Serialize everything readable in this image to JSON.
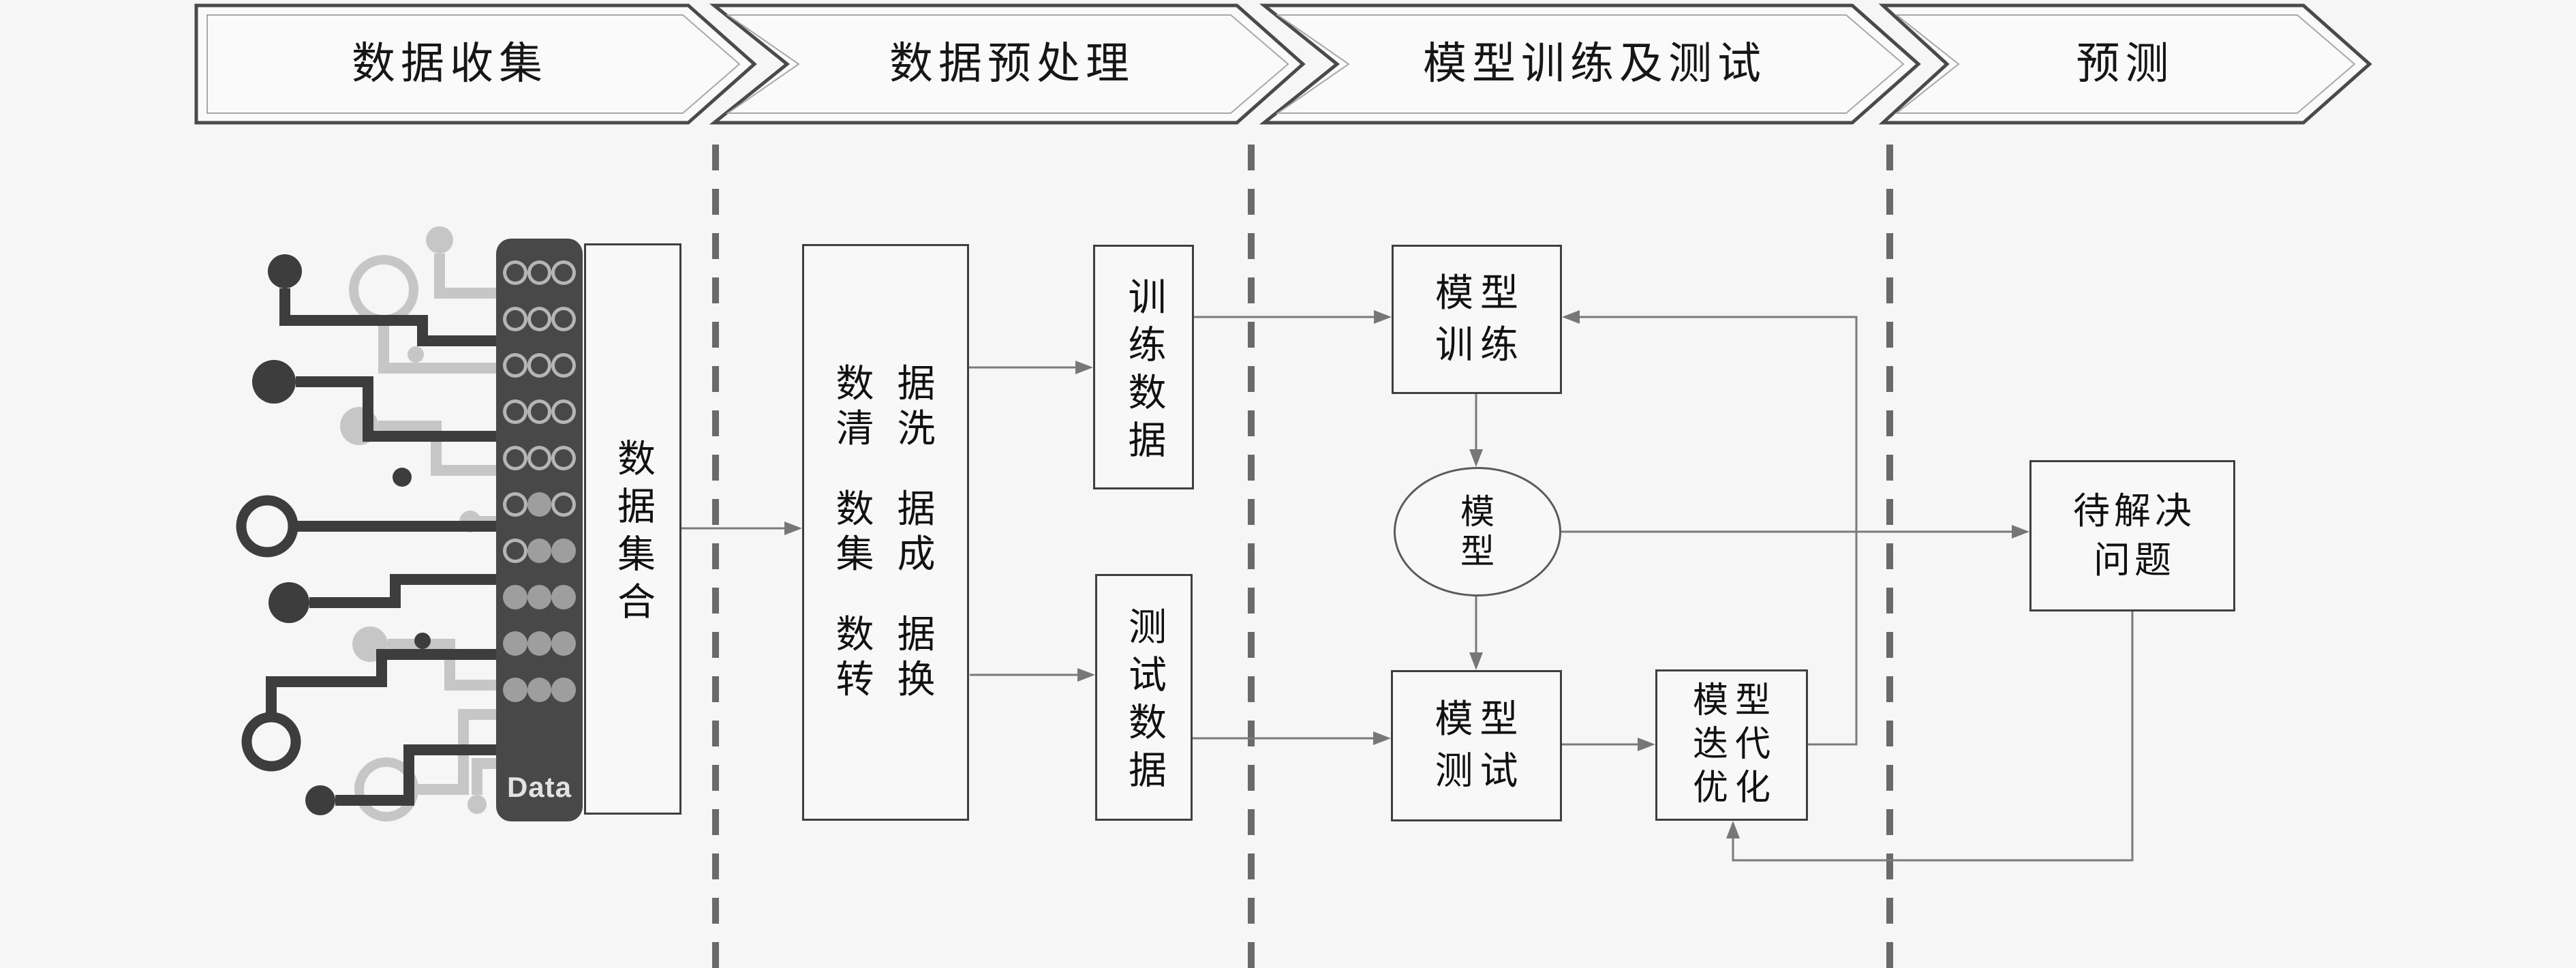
{
  "banners": [
    {
      "label": "数据收集"
    },
    {
      "label": "数据预处理"
    },
    {
      "label": "模型训练及测试"
    },
    {
      "label": "预测"
    }
  ],
  "collection": {
    "dataset_box": "数据集合",
    "panel_label": "Data",
    "panel_rows": [
      "ooo",
      "ooo",
      "ooo",
      "ooo",
      "ooo",
      "ofo",
      "off",
      "fff",
      "fff",
      "fff"
    ]
  },
  "preprocess": {
    "steps": [
      [
        "数据",
        "清洗"
      ],
      [
        "数据",
        "集成"
      ],
      [
        "数据",
        "转换"
      ]
    ],
    "train_box": "训练数据",
    "test_box": "测试数据"
  },
  "modeling": {
    "train": [
      "模型",
      "训练"
    ],
    "model": [
      "模",
      "型"
    ],
    "test": [
      "模型",
      "测试"
    ],
    "iterate": [
      "模型",
      "迭代",
      "优化"
    ]
  },
  "prediction": {
    "problem": [
      "待解决",
      "问题"
    ]
  },
  "colors": {
    "background": "#f6f6f6",
    "banner_border": "#4a4a4a",
    "box_border": "#3f3f3f",
    "connector": "#7a7a7a",
    "dashed_divider": "#6a6a6a",
    "panel_fill": "#484848",
    "circuit_dark": "#3d3d3d",
    "circuit_light": "#c6c6c6",
    "text": "#111111"
  }
}
